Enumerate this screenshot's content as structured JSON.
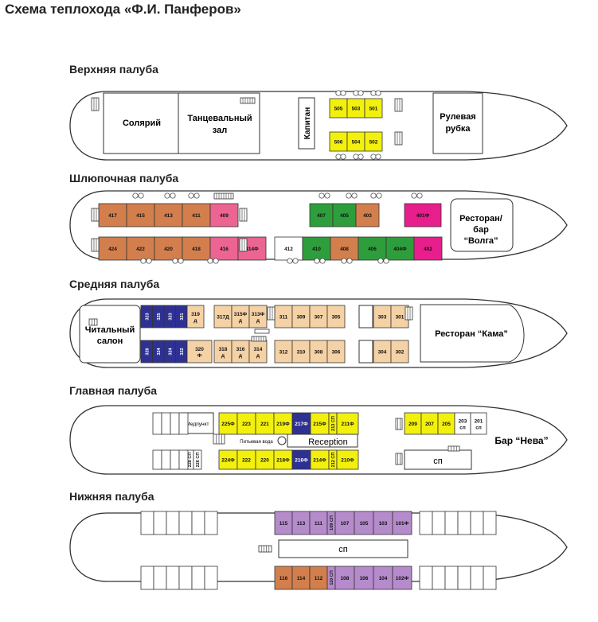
{
  "title": "Схема теплохода «Ф.И. Панферов»",
  "colors": {
    "orange": "#D37F4D",
    "pink": "#EB6492",
    "green": "#2E9E3C",
    "magenta": "#E81E8C",
    "navy": "#2E3192",
    "beige": "#F5D2A5",
    "yellow": "#F3F00D",
    "purple": "#B58BCC",
    "white": "#FFFFFF",
    "outline": "#333333"
  },
  "decks": [
    {
      "name": "Верхняя палуба"
    },
    {
      "name": "Шлюпочная палуба"
    },
    {
      "name": "Средняя палуба"
    },
    {
      "name": "Главная палуба"
    },
    {
      "name": "Нижняя палуба"
    }
  ],
  "labels": {
    "solarium": "Солярий",
    "dance_hall_1": "Танцевальный",
    "dance_hall_2": "зал",
    "captain": "Капитан",
    "wheelhouse_1": "Рулевая",
    "wheelhouse_2": "рубка",
    "volga_1": "Ресторан/",
    "volga_2": "бар",
    "volga_3": "“Волга”",
    "reading_1": "Читальный",
    "reading_2": "салон",
    "kama": "Ресторан “Кама”",
    "medpunkt": "Медпункт",
    "drinking_water": "Питьевая вода",
    "reception": "Reception",
    "neva": "Бар “Нева”",
    "sp": "сп"
  },
  "cabins": [
    {
      "id": "505",
      "color": "yellow"
    },
    {
      "id": "503",
      "color": "yellow"
    },
    {
      "id": "501",
      "color": "yellow"
    },
    {
      "id": "506",
      "color": "yellow"
    },
    {
      "id": "504",
      "color": "yellow"
    },
    {
      "id": "502",
      "color": "yellow"
    },
    {
      "id": "417",
      "color": "orange"
    },
    {
      "id": "415",
      "color": "orange"
    },
    {
      "id": "413",
      "color": "orange"
    },
    {
      "id": "411",
      "color": "orange"
    },
    {
      "id": "409",
      "color": "pink"
    },
    {
      "id": "407",
      "color": "green"
    },
    {
      "id": "405",
      "color": "green"
    },
    {
      "id": "403",
      "color": "orange"
    },
    {
      "id": "401Ф",
      "color": "magenta"
    },
    {
      "id": "424",
      "color": "orange"
    },
    {
      "id": "422",
      "color": "orange"
    },
    {
      "id": "420",
      "color": "orange"
    },
    {
      "id": "418",
      "color": "orange"
    },
    {
      "id": "416",
      "color": "pink"
    },
    {
      "id": "414Ф",
      "color": "pink"
    },
    {
      "id": "412",
      "color": "white"
    },
    {
      "id": "410",
      "color": "green"
    },
    {
      "id": "408",
      "color": "orange"
    },
    {
      "id": "406",
      "color": "green"
    },
    {
      "id": "404Ф",
      "color": "green"
    },
    {
      "id": "402",
      "color": "magenta"
    },
    {
      "id": "323",
      "color": "navy"
    },
    {
      "id": "325",
      "color": "navy"
    },
    {
      "id": "323б",
      "color": "navy"
    },
    {
      "id": "321",
      "color": "navy"
    },
    {
      "id": "319 д",
      "color": "beige"
    },
    {
      "id": "317Д",
      "color": "beige"
    },
    {
      "id": "315Ф д",
      "color": "beige"
    },
    {
      "id": "313Ф д",
      "color": "beige"
    },
    {
      "id": "311",
      "color": "beige"
    },
    {
      "id": "309",
      "color": "beige"
    },
    {
      "id": "307",
      "color": "beige"
    },
    {
      "id": "305",
      "color": "beige"
    },
    {
      "id": "303",
      "color": "beige"
    },
    {
      "id": "301",
      "color": "beige"
    },
    {
      "id": "326",
      "color": "navy"
    },
    {
      "id": "324",
      "color": "navy"
    },
    {
      "id": "324б",
      "color": "navy"
    },
    {
      "id": "322",
      "color": "navy"
    },
    {
      "id": "320 Ф",
      "color": "beige"
    },
    {
      "id": "318 д",
      "color": "beige"
    },
    {
      "id": "316 д",
      "color": "beige"
    },
    {
      "id": "314 д",
      "color": "beige"
    },
    {
      "id": "312",
      "color": "beige"
    },
    {
      "id": "310",
      "color": "beige"
    },
    {
      "id": "308",
      "color": "beige"
    },
    {
      "id": "306",
      "color": "beige"
    },
    {
      "id": "304",
      "color": "beige"
    },
    {
      "id": "302",
      "color": "beige"
    },
    {
      "id": "225Ф",
      "color": "yellow"
    },
    {
      "id": "223",
      "color": "yellow"
    },
    {
      "id": "221",
      "color": "yellow"
    },
    {
      "id": "219Ф",
      "color": "yellow"
    },
    {
      "id": "217Ф",
      "color": "navy"
    },
    {
      "id": "215Ф",
      "color": "yellow"
    },
    {
      "id": "213 СП",
      "color": "yellow"
    },
    {
      "id": "211Ф",
      "color": "yellow"
    },
    {
      "id": "209",
      "color": "yellow"
    },
    {
      "id": "207",
      "color": "yellow"
    },
    {
      "id": "205",
      "color": "yellow"
    },
    {
      "id": "203 сп",
      "color": "white"
    },
    {
      "id": "201 сп",
      "color": "white"
    },
    {
      "id": "228 СП",
      "color": "white"
    },
    {
      "id": "226 СП",
      "color": "white"
    },
    {
      "id": "224Ф",
      "color": "yellow"
    },
    {
      "id": "222",
      "color": "yellow"
    },
    {
      "id": "220",
      "color": "yellow"
    },
    {
      "id": "218Ф",
      "color": "yellow"
    },
    {
      "id": "216Ф",
      "color": "navy"
    },
    {
      "id": "214Ф",
      "color": "yellow"
    },
    {
      "id": "212 СП",
      "color": "yellow"
    },
    {
      "id": "210Ф",
      "color": "yellow"
    },
    {
      "id": "115",
      "color": "purple"
    },
    {
      "id": "113",
      "color": "purple"
    },
    {
      "id": "111",
      "color": "purple"
    },
    {
      "id": "109 СП",
      "color": "purple"
    },
    {
      "id": "107",
      "color": "purple"
    },
    {
      "id": "105",
      "color": "purple"
    },
    {
      "id": "103",
      "color": "purple"
    },
    {
      "id": "101Ф",
      "color": "purple"
    },
    {
      "id": "116",
      "color": "orange"
    },
    {
      "id": "114",
      "color": "orange"
    },
    {
      "id": "112",
      "color": "orange"
    },
    {
      "id": "110 СП",
      "color": "purple"
    },
    {
      "id": "108",
      "color": "purple"
    },
    {
      "id": "106",
      "color": "purple"
    },
    {
      "id": "104",
      "color": "purple"
    },
    {
      "id": "102Ф",
      "color": "purple"
    }
  ]
}
